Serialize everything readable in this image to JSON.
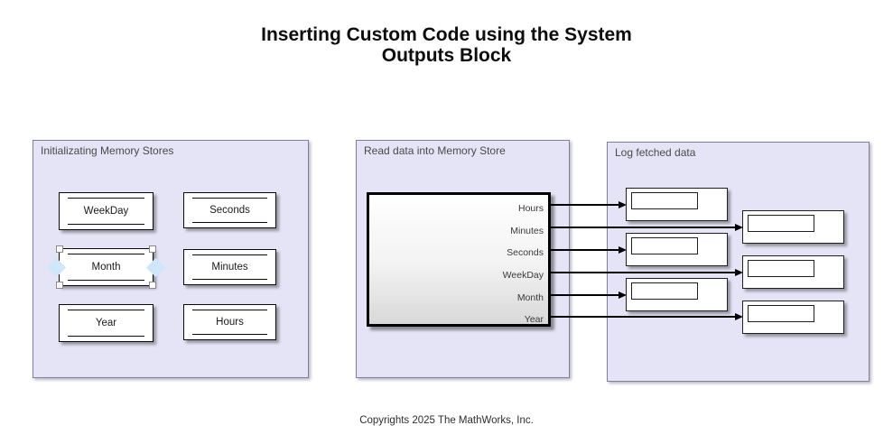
{
  "title": {
    "line1": "Inserting Custom Code using the System",
    "line2": "Outputs Block"
  },
  "footer": {
    "copyright": "Copyrights 2025 The MathWorks, Inc."
  },
  "colors": {
    "area_fill": "#e4e4f6",
    "area_border": "#7f7f9c",
    "selection_diamond": "#cfe7f8",
    "wire": "#000000"
  },
  "areas": {
    "init": {
      "label": "Initializating Memory Stores",
      "blocks": [
        {
          "label": "WeekDay",
          "selected": false
        },
        {
          "label": "Seconds",
          "selected": false
        },
        {
          "label": "Month",
          "selected": true
        },
        {
          "label": "Minutes",
          "selected": false
        },
        {
          "label": "Year",
          "selected": false
        },
        {
          "label": "Hours",
          "selected": false
        }
      ]
    },
    "read": {
      "label": "Read data into Memory Store",
      "subsystem_ports": [
        "Hours",
        "Minutes",
        "Seconds",
        "WeekDay",
        "Month",
        "Year"
      ]
    },
    "log": {
      "label": "Log fetched data",
      "display_blocks": 6,
      "connections": [
        {
          "port": "Hours",
          "display": 1
        },
        {
          "port": "Minutes",
          "display": 4
        },
        {
          "port": "Seconds",
          "display": 2
        },
        {
          "port": "WeekDay",
          "display": 5
        },
        {
          "port": "Month",
          "display": 3
        },
        {
          "port": "Year",
          "display": 6
        }
      ]
    }
  }
}
